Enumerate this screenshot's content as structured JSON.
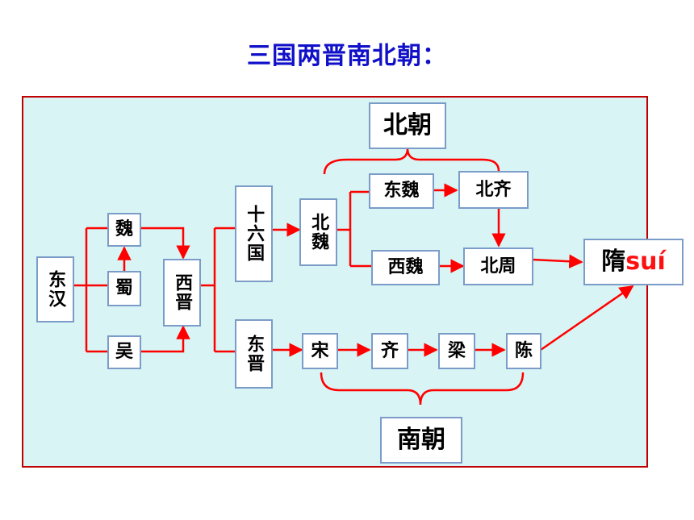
{
  "title": "三国两晋南北朝：",
  "labels": {
    "donghan": "东汉",
    "wei": "魏",
    "shu": "蜀",
    "wu": "吴",
    "xijin": "西晋",
    "shiliuguo": "十六国",
    "dongjin": "东晋",
    "beiwei": "北魏",
    "dongwei": "东魏",
    "xiwei": "西魏",
    "beiqi": "北齐",
    "beizhou": "北周",
    "song": "宋",
    "qi": "齐",
    "liang": "梁",
    "chen": "陈",
    "sui": "隋",
    "sui_pinyin": "suí",
    "beichao": "北朝",
    "nanchao": "南朝"
  },
  "colors": {
    "title": "#1010c8",
    "arrow": "#ff0000",
    "panel_bg": "#d8f4f4",
    "panel_border": "#c00000",
    "node_border": "#7b9cc8"
  }
}
